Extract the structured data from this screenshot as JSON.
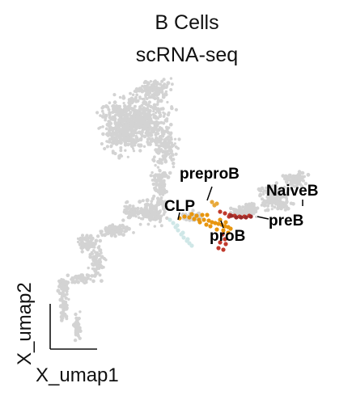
{
  "chart_data": {
    "type": "scatter",
    "title": [
      "B Cells",
      "scRNA-seq"
    ],
    "xlabel": "X_umap1",
    "ylabel": "X_umap2",
    "grid": false,
    "axes_frame": "corner arrows only",
    "background_color": "#d3d3d3",
    "series": [
      {
        "name": "CLP",
        "color": "#cfe7e7",
        "points": [
          [
            210,
            272
          ],
          [
            214,
            276
          ],
          [
            217,
            281
          ],
          [
            220,
            285
          ],
          [
            224,
            290
          ],
          [
            227,
            294
          ],
          [
            231,
            298
          ],
          [
            234,
            301
          ],
          [
            237,
            304
          ],
          [
            219,
            279
          ],
          [
            226,
            288
          ],
          [
            232,
            296
          ]
        ]
      },
      {
        "name": "preproB",
        "color": "#e8a93a",
        "points": [
          [
            262,
            250
          ],
          [
            265,
            254
          ],
          [
            268,
            252
          ]
        ]
      },
      {
        "name": "proB",
        "color": "#e8960e",
        "points": [
          [
            222,
            270
          ],
          [
            228,
            268
          ],
          [
            234,
            269
          ],
          [
            240,
            271
          ],
          [
            246,
            272
          ],
          [
            252,
            272
          ],
          [
            258,
            273
          ],
          [
            262,
            275
          ],
          [
            266,
            276
          ],
          [
            270,
            277
          ],
          [
            274,
            278
          ],
          [
            278,
            280
          ],
          [
            282,
            281
          ],
          [
            285,
            283
          ],
          [
            256,
            266
          ],
          [
            250,
            266
          ],
          [
            260,
            280
          ],
          [
            268,
            284
          ],
          [
            276,
            285
          ],
          [
            282,
            288
          ],
          [
            243,
            267
          ],
          [
            237,
            265
          ],
          [
            247,
            275
          ],
          [
            255,
            278
          ],
          [
            272,
            272
          ],
          [
            279,
            275
          ]
        ]
      },
      {
        "name": "preB",
        "color": "#c0392b",
        "points": [
          [
            272,
            262
          ],
          [
            278,
            264
          ],
          [
            284,
            266
          ],
          [
            290,
            267
          ],
          [
            296,
            268
          ],
          [
            302,
            268
          ],
          [
            308,
            267
          ],
          [
            283,
            268
          ],
          [
            275,
            290
          ],
          [
            278,
            296
          ],
          [
            272,
            300
          ],
          [
            279,
            302
          ],
          [
            270,
            307
          ],
          [
            276,
            309
          ]
        ]
      },
      {
        "name": "NaiveB",
        "color": "#9b2a2a",
        "points": [
          [
            286,
            267
          ],
          [
            292,
            269
          ],
          [
            298,
            269
          ],
          [
            304,
            269
          ],
          [
            310,
            268
          ]
        ]
      }
    ],
    "annotations": [
      {
        "text": "preproB",
        "target": "preproB"
      },
      {
        "text": "CLP",
        "target": "CLP"
      },
      {
        "text": "NaiveB",
        "target": "NaiveB"
      },
      {
        "text": "preB",
        "target": "preB"
      },
      {
        "text": "proB",
        "target": "proB"
      }
    ]
  }
}
